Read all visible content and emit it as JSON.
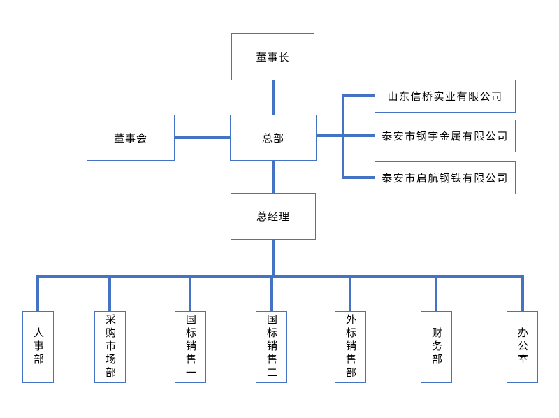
{
  "diagram": {
    "type": "org-chart",
    "colors": {
      "line": "#4472C4",
      "box_border": "#4472C4",
      "box_fill": "#FFFFFF",
      "text": "#000000",
      "background": "#FFFFFF"
    },
    "nodes": {
      "chairman": {
        "label": "董事长"
      },
      "board": {
        "label": "董事会"
      },
      "headquarters": {
        "label": "总部"
      },
      "general_manager": {
        "label": "总经理"
      },
      "subsidiaries": [
        {
          "label": "山东信桥实业有限公司"
        },
        {
          "label": "泰安市钢宇金属有限公司"
        },
        {
          "label": "泰安市启航钢铁有限公司"
        }
      ],
      "departments": [
        {
          "label": "人事部"
        },
        {
          "label": "采购市场部"
        },
        {
          "label": "国标销售一"
        },
        {
          "label": "国标销售二"
        },
        {
          "label": "外标销售部"
        },
        {
          "label": "财务部"
        },
        {
          "label": "办公室"
        }
      ]
    },
    "edges": [
      [
        "chairman",
        "headquarters"
      ],
      [
        "board",
        "headquarters"
      ],
      [
        "headquarters",
        "subsidiaries"
      ],
      [
        "headquarters",
        "general_manager"
      ],
      [
        "general_manager",
        "departments"
      ]
    ]
  }
}
